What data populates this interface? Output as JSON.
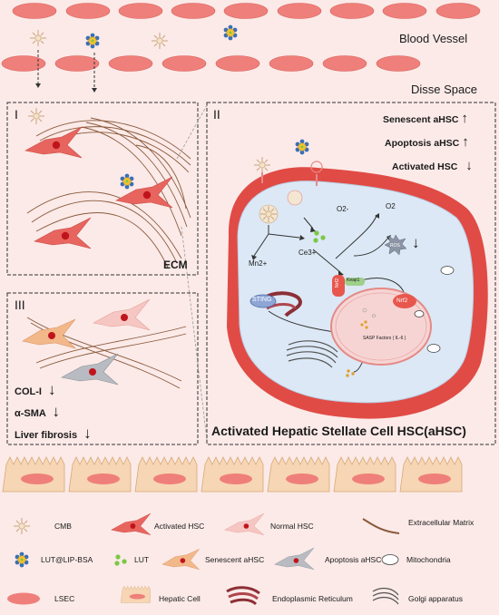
{
  "labels": {
    "blood_vessel": "Blood Vessel",
    "disse_space": "Disse Space",
    "panel1": "I",
    "panel2": "II",
    "panel3": "III",
    "ecm": "ECM",
    "senescent_up": "Senescent aHSC",
    "apoptosis_up": "Apoptosis aHSC",
    "activated_down": "Activated HSC",
    "o2_minus": "O2-",
    "o2": "O2",
    "mn2": "Mn2+",
    "ce3": "Ce3+",
    "ros": "ROS",
    "nrf2_a": "Nrf2",
    "keap1": "Keap1",
    "nrf2_b": "Nrf2",
    "sting": "STING",
    "sasp": "SASP Factors ( IL-6 )",
    "col1": "COL-I",
    "asma": "α-SMA",
    "fibrosis": "Liver fibrosis",
    "cell_title": "Activated Hepatic Stellate Cell HSC(aHSC)"
  },
  "arrows": {
    "up": "↑",
    "down": "↓"
  },
  "legend": {
    "cmb": "CMB",
    "activated_hsc": "Activated HSC",
    "normal_hsc": "Normal HSC",
    "ecm": "Extracellular Matrix",
    "lut_lip": "LUT@LIP-BSA",
    "lut": "LUT",
    "senescent": "Senescent aHSC",
    "apoptosis": "Apoptosis aHSC",
    "mito": "Mitochondria",
    "lsec": "LSEC",
    "hepatic": "Hepatic Cell",
    "er": "Endoplasmic Reticulum",
    "golgi": "Golgi apparatus"
  },
  "colors": {
    "background": "#fbeae8",
    "lsec": "#ef7f7a",
    "activated_hsc": "#e8655f",
    "nucleus": "#c0141c",
    "hepatic_cell": "#f6d6b4",
    "cell_membrane": "#e14b45",
    "cytoplasm": "#dce8f5",
    "nrf2": "#e8574d",
    "lut": "#7ac943"
  }
}
